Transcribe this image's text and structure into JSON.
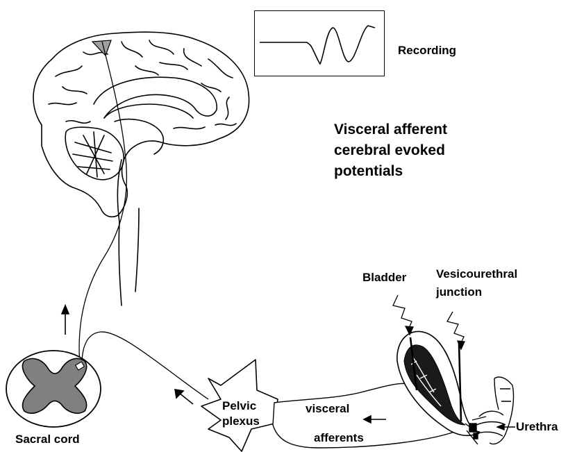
{
  "title": {
    "line1": "Visceral afferent",
    "line2": "cerebral evoked",
    "line3": "potentials"
  },
  "labels": {
    "recording": "Recording",
    "bladder": "Bladder",
    "vesicourethral_line1": "Vesicourethral",
    "vesicourethral_line2": "junction",
    "urethra": "Urethra",
    "pelvic_line1": "Pelvic",
    "pelvic_line2": "plexus",
    "visceral": "visceral",
    "afferents": "afferents",
    "sacral_cord": "Sacral cord"
  },
  "colors": {
    "line": "#000000",
    "grey_matter": "#808080",
    "cortex_marker": "#a0a0a0",
    "background": "#ffffff"
  }
}
